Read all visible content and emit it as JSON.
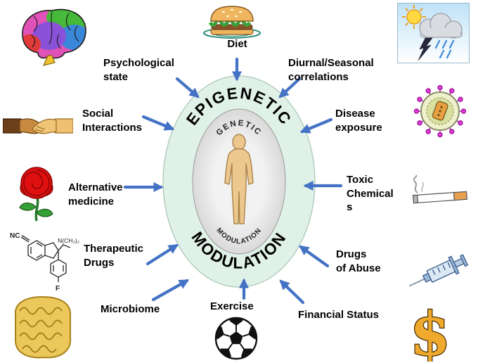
{
  "center": {
    "outer_top": "EPIGENETIC",
    "outer_bottom": "MODULATION",
    "inner_top": "GENETIC",
    "inner_bottom": "MODULATION"
  },
  "labels": {
    "diet": [
      "Diet"
    ],
    "psychological": [
      "Psychological",
      "state"
    ],
    "diurnal": [
      "Diurnal/Seasonal",
      "correlations"
    ],
    "social": [
      "Social",
      "Interactions"
    ],
    "disease": [
      "Disease",
      "exposure"
    ],
    "alternative": [
      "Alternative",
      "medicine"
    ],
    "toxic": [
      "Toxic",
      "Chemical",
      "s"
    ],
    "therapeutic": [
      "Therapeutic",
      "Drugs"
    ],
    "drugs_abuse": [
      "Drugs",
      "of Abuse"
    ],
    "microbiome": [
      "Microbiome"
    ],
    "exercise": [
      "Exercise"
    ],
    "financial": [
      "Financial Status"
    ]
  },
  "molecule_labels": {
    "nitrile": "NC",
    "amine": "N(CH₃)₂",
    "fluorine": "F"
  },
  "symbols": {
    "dollar": "$"
  },
  "icons": [
    {
      "name": "brain-icon",
      "meaning": "Psychological state"
    },
    {
      "name": "hamburger-plate-icon",
      "meaning": "Diet"
    },
    {
      "name": "storm-weather-icon",
      "meaning": "Diurnal/Seasonal correlations"
    },
    {
      "name": "handshake-icon",
      "meaning": "Social Interactions"
    },
    {
      "name": "virus-icon",
      "meaning": "Disease exposure"
    },
    {
      "name": "rose-icon",
      "meaning": "Alternative medicine"
    },
    {
      "name": "molecule-icon",
      "meaning": "Therapeutic Drugs"
    },
    {
      "name": "cigarette-icon",
      "meaning": "Toxic Chemicals"
    },
    {
      "name": "syringe-icon",
      "meaning": "Drugs of Abuse"
    },
    {
      "name": "intestine-icon",
      "meaning": "Microbiome"
    },
    {
      "name": "soccer-ball-icon",
      "meaning": "Exercise"
    },
    {
      "name": "dollar-sign-icon",
      "meaning": "Financial Status"
    }
  ],
  "colors": {
    "arrow": "#4472C4",
    "outer_oval": "#E0F1E8",
    "inner_oval": "#EBEBEB",
    "figure_skin": "#ECC88E",
    "text": "#000000",
    "background": "#FFFFFF"
  }
}
